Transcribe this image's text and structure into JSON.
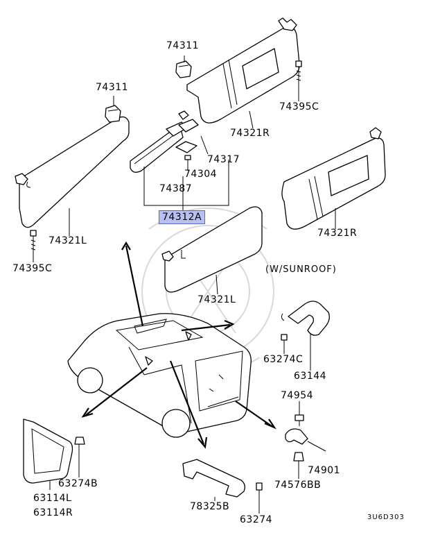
{
  "diagram": {
    "labels": {
      "p74311_r": "74311",
      "p74311_l": "74311",
      "p74395c_r": "74395C",
      "p74321r_top": "74321R",
      "p74317": "74317",
      "p74304": "74304",
      "p74387": "74387",
      "p74312a": "74312A",
      "p74321l_left": "74321L",
      "p74395c_l": "74395C",
      "p74321r_sun": "74321R",
      "p74321l_sun": "74321L",
      "sunroof_note": "(W/SUNROOF)",
      "p63274c": "63274C",
      "p63144": "63144",
      "p74954": "74954",
      "p74901": "74901",
      "p74576bb": "74576BB",
      "p63274b": "63274B",
      "p63114l": "63114L",
      "p63114r": "63114R",
      "p78325b": "78325B",
      "p63274": "63274",
      "diagram_code": "3U6D303"
    },
    "highlight_color": "#b9bff0"
  }
}
